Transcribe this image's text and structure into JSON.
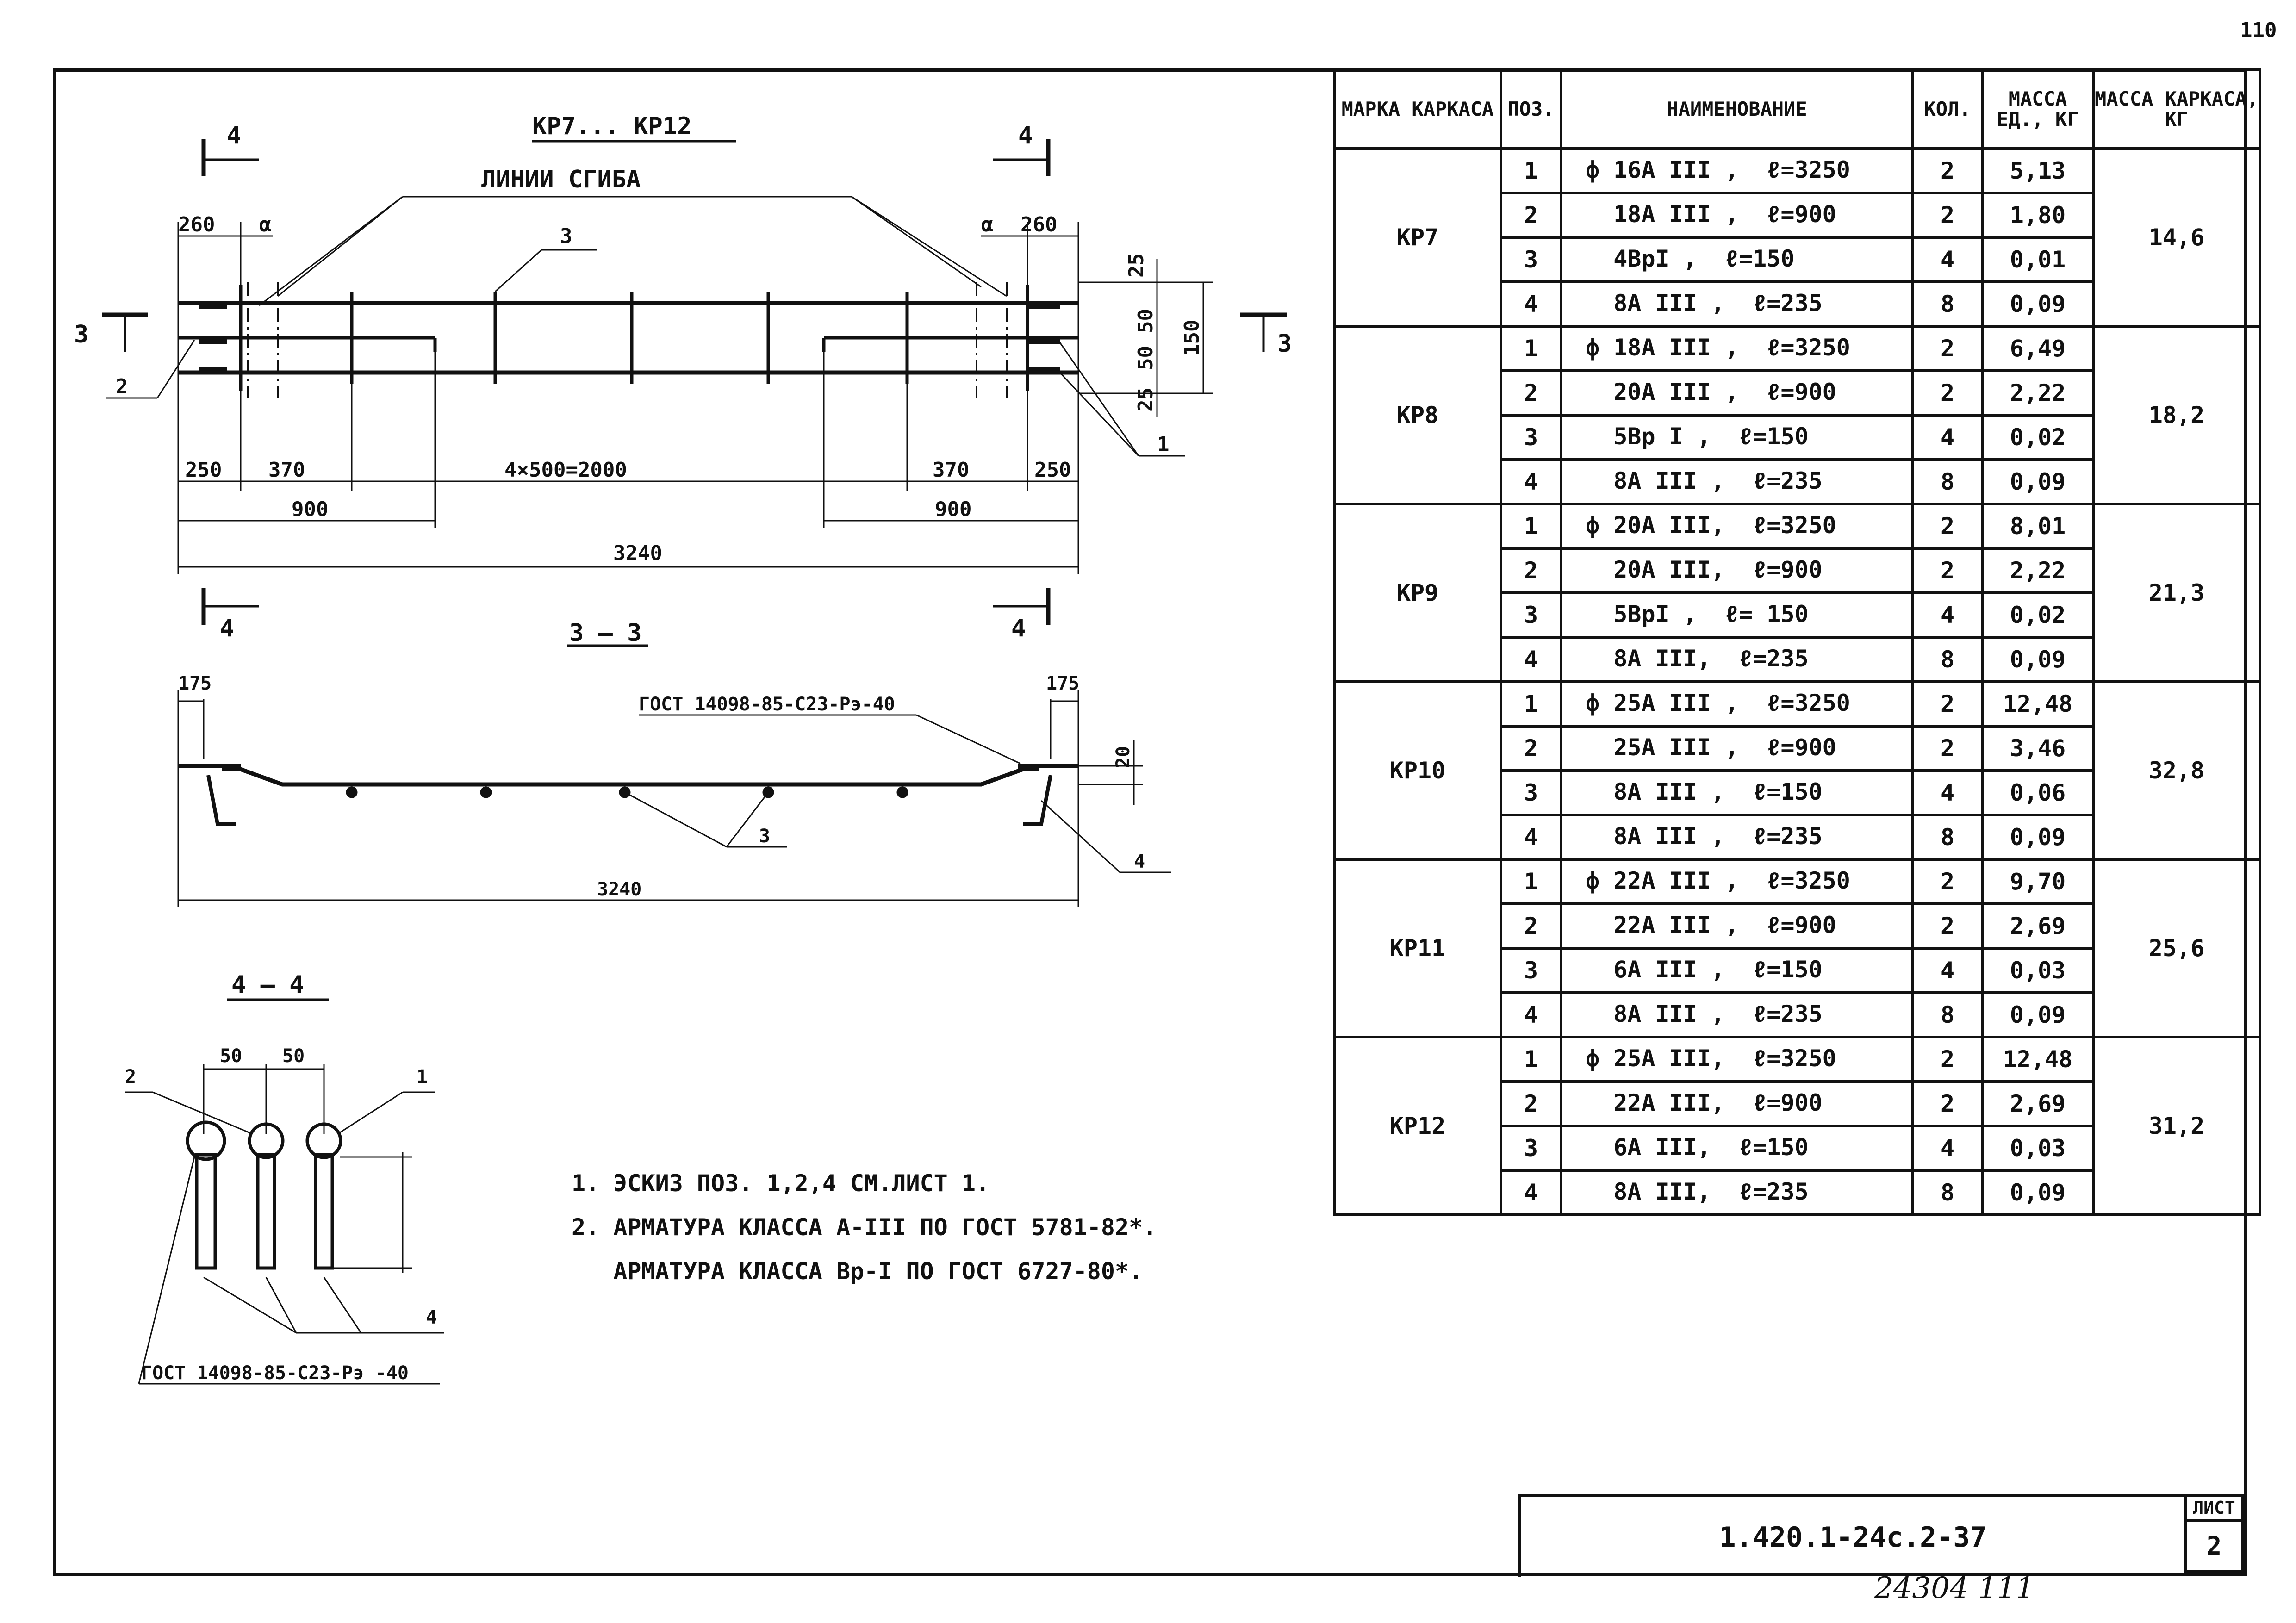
{
  "page_number": "110",
  "drawing": {
    "title": "КР7... КР12",
    "bend_lines_label": "ЛИНИИ СГИБА",
    "section_mark_4": "4",
    "section_mark_3": "3",
    "dims_top": {
      "left_end": "260",
      "right_end": "260",
      "alpha": "α"
    },
    "dims_vertical": {
      "d25": "25",
      "d50": "50",
      "d150": "150"
    },
    "dims_bottom": {
      "d250": "250",
      "d370": "370",
      "middle": "4×500=2000",
      "d900": "900",
      "total": "3240"
    },
    "pos_labels": {
      "p1": "1",
      "p2": "2",
      "p3": "3",
      "p4": "4"
    },
    "section_33": {
      "title": "3 — 3",
      "left_175": "175",
      "right_175": "175",
      "gost": "ГОСТ 14098-85-С23-Рэ-40",
      "d20": "20",
      "total": "3240"
    },
    "section_44": {
      "title": "4 — 4",
      "d50a": "50",
      "d50b": "50",
      "gost": "ГОСТ 14098-85-С23-Рэ -40"
    }
  },
  "table": {
    "headers": {
      "mark": "МАРКА КАРКАСА",
      "pos": "ПОЗ.",
      "name": "НАИМЕНОВАНИЕ",
      "qty": "КОЛ.",
      "unit_mass": "МАССА ЕД., КГ",
      "cage_mass": "МАССА КАРКАСА, КГ"
    },
    "groups": [
      {
        "mark": "КР7",
        "cage_mass": "14,6",
        "rows": [
          {
            "pos": "1",
            "name": "ф 16А III ,  ℓ=3250",
            "qty": "2",
            "unit_mass": "5,13"
          },
          {
            "pos": "2",
            "name": "  18А III ,  ℓ=900",
            "qty": "2",
            "unit_mass": "1,80"
          },
          {
            "pos": "3",
            "name": "  4ВрI ,  ℓ=150",
            "qty": "4",
            "unit_mass": "0,01"
          },
          {
            "pos": "4",
            "name": "  8А III ,  ℓ=235",
            "qty": "8",
            "unit_mass": "0,09"
          }
        ]
      },
      {
        "mark": "КР8",
        "cage_mass": "18,2",
        "rows": [
          {
            "pos": "1",
            "name": "ф 18А III ,  ℓ=3250",
            "qty": "2",
            "unit_mass": "6,49"
          },
          {
            "pos": "2",
            "name": "  20А III ,  ℓ=900",
            "qty": "2",
            "unit_mass": "2,22"
          },
          {
            "pos": "3",
            "name": "  5Вр I ,  ℓ=150",
            "qty": "4",
            "unit_mass": "0,02"
          },
          {
            "pos": "4",
            "name": "  8А III ,  ℓ=235",
            "qty": "8",
            "unit_mass": "0,09"
          }
        ]
      },
      {
        "mark": "КР9",
        "cage_mass": "21,3",
        "rows": [
          {
            "pos": "1",
            "name": "ф 20А III,  ℓ=3250",
            "qty": "2",
            "unit_mass": "8,01"
          },
          {
            "pos": "2",
            "name": "  20А III,  ℓ=900",
            "qty": "2",
            "unit_mass": "2,22"
          },
          {
            "pos": "3",
            "name": "  5ВрI ,  ℓ= 150",
            "qty": "4",
            "unit_mass": "0,02"
          },
          {
            "pos": "4",
            "name": "  8А III,  ℓ=235",
            "qty": "8",
            "unit_mass": "0,09"
          }
        ]
      },
      {
        "mark": "КР10",
        "cage_mass": "32,8",
        "rows": [
          {
            "pos": "1",
            "name": "ф 25А III ,  ℓ=3250",
            "qty": "2",
            "unit_mass": "12,48"
          },
          {
            "pos": "2",
            "name": "  25А III ,  ℓ=900",
            "qty": "2",
            "unit_mass": "3,46"
          },
          {
            "pos": "3",
            "name": "  8А III ,  ℓ=150",
            "qty": "4",
            "unit_mass": "0,06"
          },
          {
            "pos": "4",
            "name": "  8А III ,  ℓ=235",
            "qty": "8",
            "unit_mass": "0,09"
          }
        ]
      },
      {
        "mark": "КР11",
        "cage_mass": "25,6",
        "rows": [
          {
            "pos": "1",
            "name": "ф 22А III ,  ℓ=3250",
            "qty": "2",
            "unit_mass": "9,70"
          },
          {
            "pos": "2",
            "name": "  22А III ,  ℓ=900",
            "qty": "2",
            "unit_mass": "2,69"
          },
          {
            "pos": "3",
            "name": "  6А III ,  ℓ=150",
            "qty": "4",
            "unit_mass": "0,03"
          },
          {
            "pos": "4",
            "name": "  8А III ,  ℓ=235",
            "qty": "8",
            "unit_mass": "0,09"
          }
        ]
      },
      {
        "mark": "КР12",
        "cage_mass": "31,2",
        "rows": [
          {
            "pos": "1",
            "name": "ф 25А III,  ℓ=3250",
            "qty": "2",
            "unit_mass": "12,48"
          },
          {
            "pos": "2",
            "name": "  22А III,  ℓ=900",
            "qty": "2",
            "unit_mass": "2,69"
          },
          {
            "pos": "3",
            "name": "  6А III,  ℓ=150",
            "qty": "4",
            "unit_mass": "0,03"
          },
          {
            "pos": "4",
            "name": "  8А III,  ℓ=235",
            "qty": "8",
            "unit_mass": "0,09"
          }
        ]
      }
    ]
  },
  "notes": [
    "1. ЭСКИЗ ПОЗ. 1,2,4 СМ.ЛИСТ 1.",
    "2. АРМАТУРА КЛАССА А-III ПО ГОСТ 5781-82*.",
    "   АРМАТУРА КЛАССА Вр-I ПО ГОСТ 6727-80*."
  ],
  "title_block": {
    "code": "1.420.1-24с.2-37",
    "sheet_label": "ЛИСТ",
    "sheet": "2"
  },
  "inventory": "24304  111"
}
